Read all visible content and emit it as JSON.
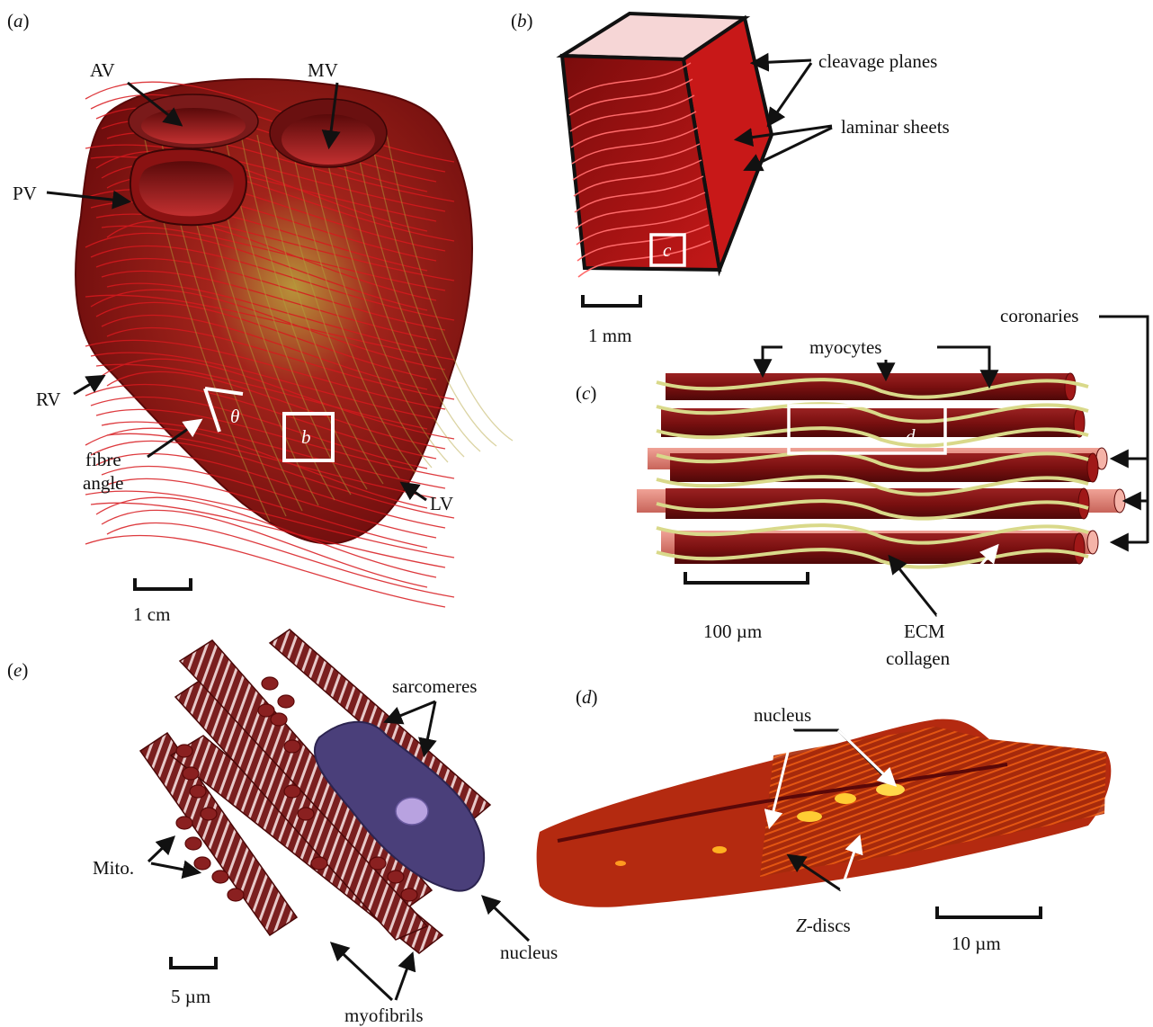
{
  "panels": {
    "a": {
      "tag": "a",
      "labels": {
        "av": "AV",
        "mv": "MV",
        "pv": "PV",
        "rv": "RV",
        "lv": "LV",
        "fibre": "fibre",
        "angle": "angle",
        "theta": "θ",
        "box": "b"
      },
      "scale": "1 cm"
    },
    "b": {
      "tag": "b",
      "labels": {
        "cleavage": "cleavage planes",
        "laminar": "laminar sheets",
        "box": "c"
      },
      "scale": "1 mm"
    },
    "c": {
      "tag": "c",
      "labels": {
        "coronaries": "coronaries",
        "myocytes": "myocytes",
        "box": "d",
        "ecm": "ECM",
        "collagen": "collagen"
      },
      "scale": "100 µm"
    },
    "d": {
      "tag": "d",
      "labels": {
        "nucleus": "nucleus",
        "zdiscs_z": "Z",
        "zdiscs_rest": "-discs"
      },
      "scale": "10 µm"
    },
    "e": {
      "tag": "e",
      "labels": {
        "sarcomeres": "sarcomeres",
        "mito": "Mito.",
        "nucleus": "nucleus",
        "myofibrils": "myofibrils"
      },
      "scale": "5 µm"
    }
  },
  "colors": {
    "muscle": "#8b1a1a",
    "fibre": "#c4141a",
    "collagen": "#d9d98a",
    "vessel": "#e8867a",
    "nucleus": "#4a3f7a",
    "fluor": "#ffcc00"
  }
}
